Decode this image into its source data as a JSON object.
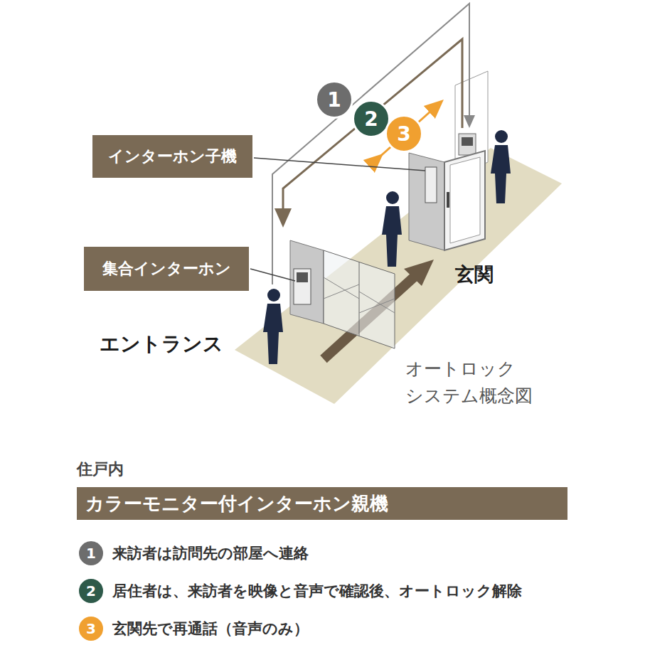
{
  "diagram": {
    "nodes": [
      {
        "text": [
          "インターホン子機"
        ]
      },
      {
        "text": [
          "集合インターホン"
        ]
      },
      {
        "text": [
          "1"
        ]
      },
      {
        "text": [
          "2"
        ]
      },
      {
        "text": [
          "3"
        ]
      },
      {
        "text": [
          "住戸内",
          "カラーモニター付インターホン親機"
        ]
      },
      {
        "text": [
          "1"
        ]
      },
      {
        "text": [
          "2"
        ]
      },
      {
        "text": [
          "3"
        ]
      }
    ],
    "labels": [
      "玄関",
      "エントランス",
      "オートロック システム概念図",
      "来訪者は訪問先の部屋へ連絡",
      "居住者は、来訪者を映像と音声で確認後、オートロック解除",
      "玄関先で再通話（音声のみ）"
    ]
  }
}
